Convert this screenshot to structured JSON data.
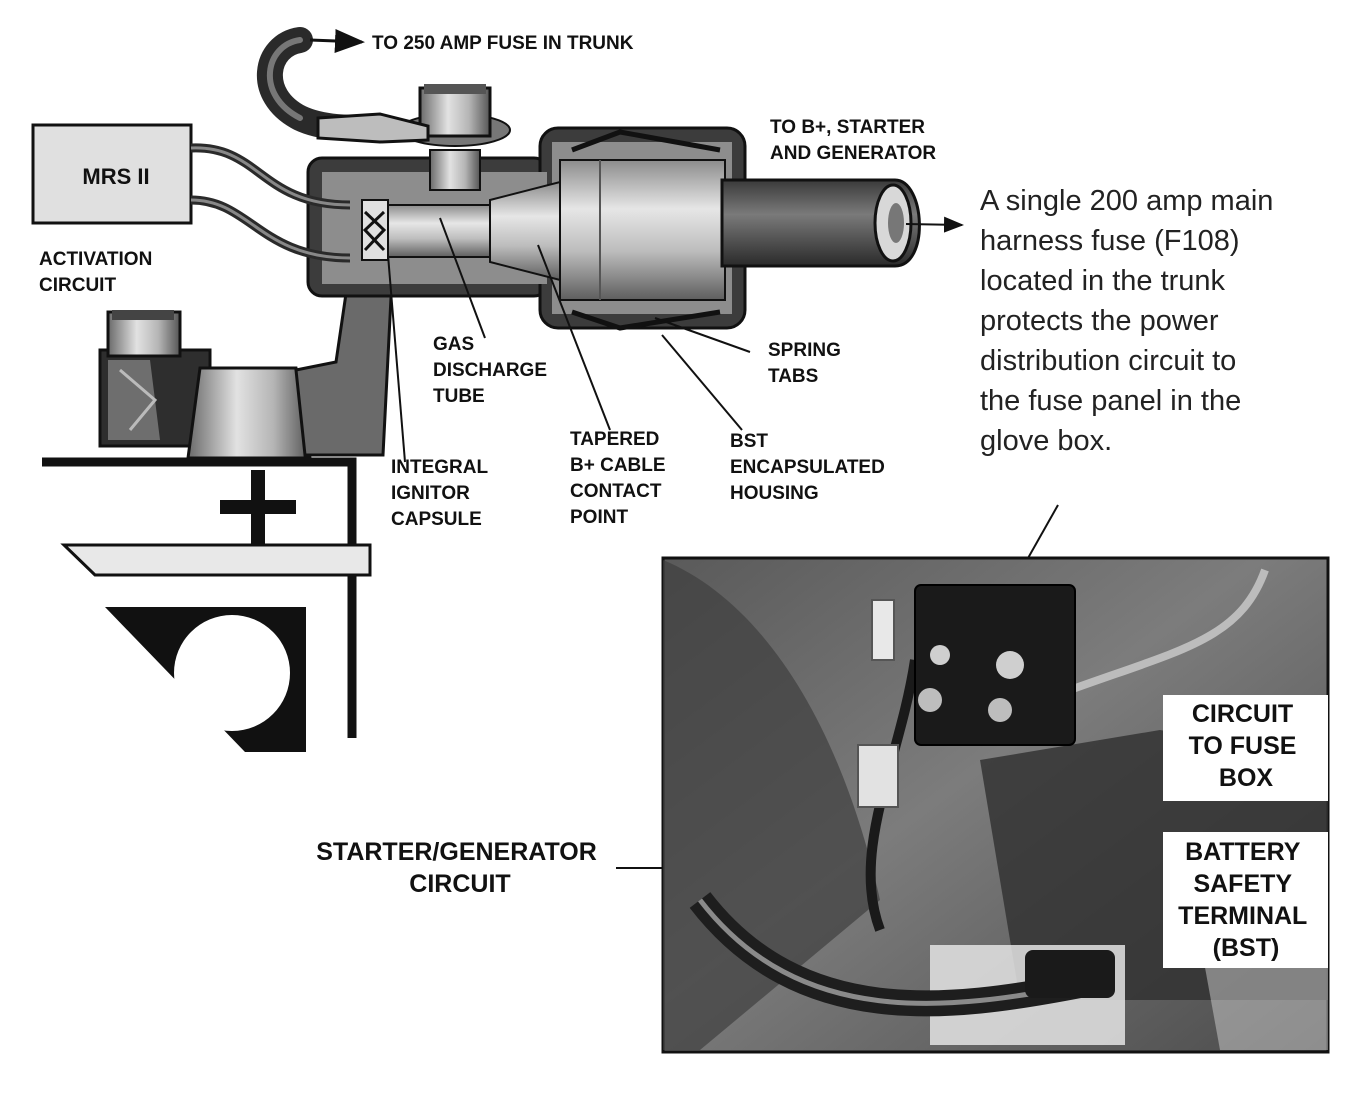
{
  "labels": {
    "to_fuse_trunk": "TO 250 AMP FUSE IN TRUNK",
    "mrs": "MRS II",
    "activation": [
      "ACTIVATION",
      "CIRCUIT"
    ],
    "to_b_plus": [
      "TO B+, STARTER",
      "AND GENERATOR"
    ],
    "gas_tube": [
      "GAS",
      "DISCHARGE",
      "TUBE"
    ],
    "spring_tabs": [
      "SPRING",
      "TABS"
    ],
    "integral": [
      "INTEGRAL",
      "IGNITOR",
      "CAPSULE"
    ],
    "tapered": [
      "TAPERED",
      "B+ CABLE",
      "CONTACT",
      "POINT"
    ],
    "bst_housing": [
      "BST",
      "ENCAPSULATED",
      "HOUSING"
    ],
    "starter_gen": [
      "STARTER/GENERATOR",
      "CIRCUIT"
    ],
    "circuit_fuse": [
      "CIRCUIT",
      "TO FUSE",
      "BOX"
    ],
    "battery_safety": [
      "BATTERY",
      "SAFETY",
      "TERMINAL",
      "(BST)"
    ],
    "plus": "+"
  },
  "description": [
    "A single 200 amp main",
    "harness fuse (F108)",
    "located in the trunk",
    "protects the power",
    "distribution circuit to",
    "the fuse panel in the",
    "glove box."
  ],
  "colors": {
    "ink": "#111111",
    "metal_light": "#d4d4d4",
    "metal_mid": "#9a9a9a",
    "metal_dark": "#4a4a4a",
    "photo_bg": "#6b6b6b"
  }
}
